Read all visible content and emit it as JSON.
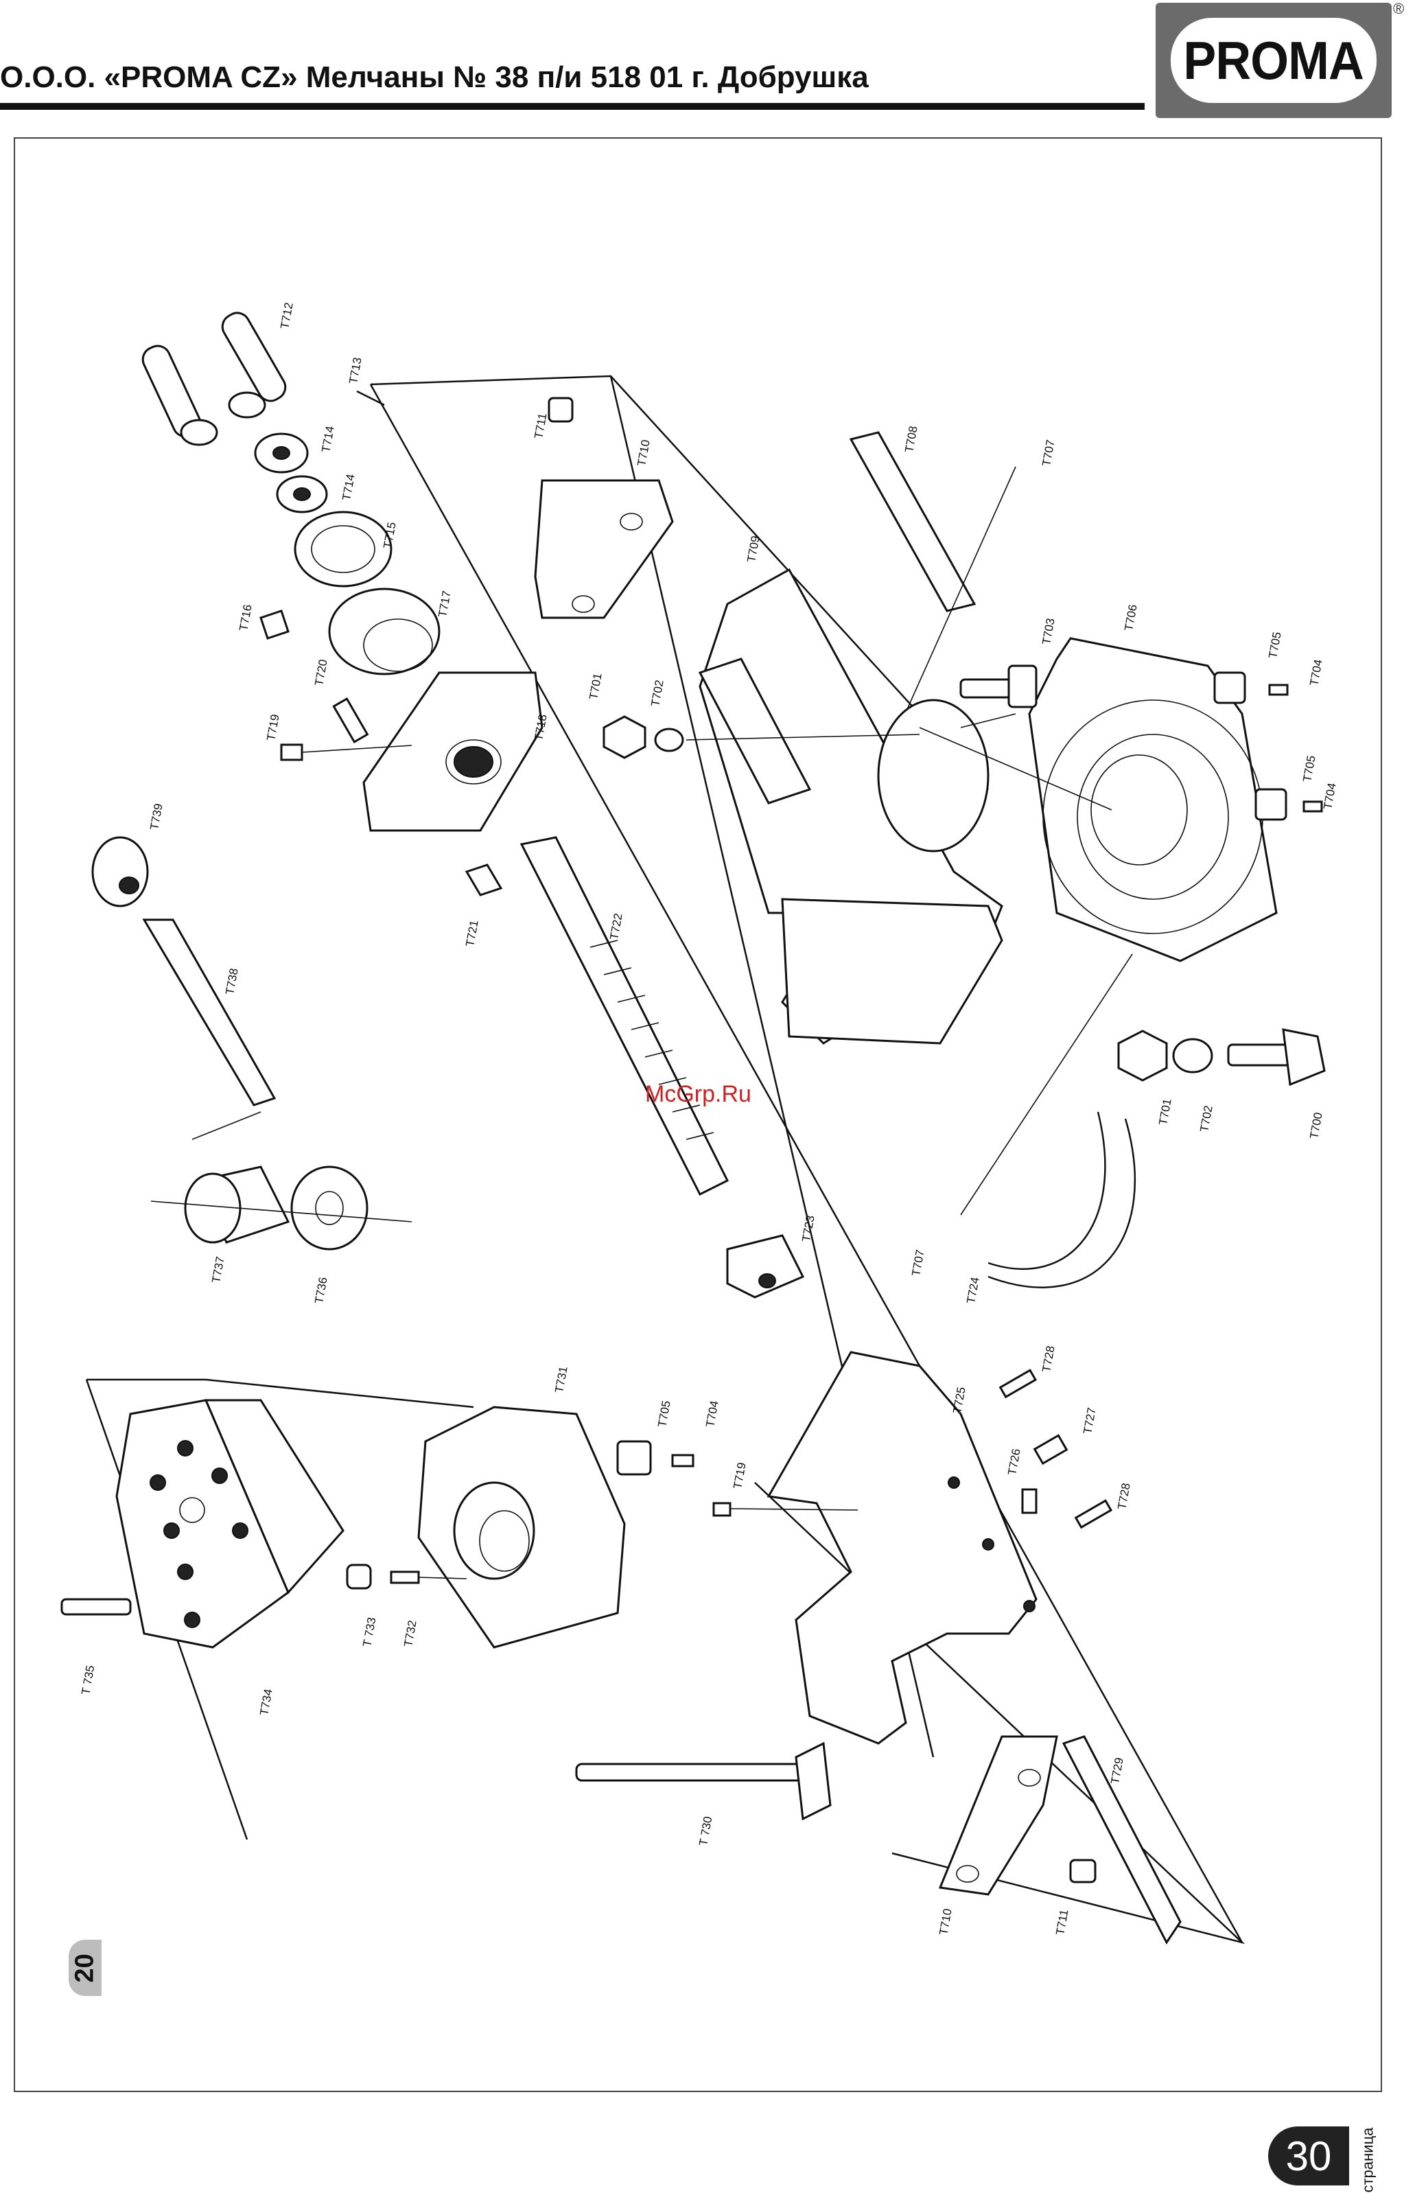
{
  "header": {
    "title": "О.О.О. «PROMA CZ» Мелчаны № 38 п/и 518 01 г. Добрушка",
    "logo_text": "PROMA",
    "registered_mark": "®"
  },
  "side_tab": {
    "label": "20"
  },
  "footer": {
    "page_number": "30",
    "page_label": "страница"
  },
  "watermark": "McGrp.Ru",
  "colors": {
    "logo_frame": "#6b6b6b",
    "badge": "#222222",
    "tab": "#bdbdbd",
    "watermark": "#cc2222"
  },
  "part_labels": {
    "t712": "T712",
    "t713": "T713",
    "t714a": "T714",
    "t714b": "T714",
    "t715": "T715",
    "t716": "T716",
    "t717": "T717",
    "t718": "T718",
    "t719a": "T719",
    "t720": "T720",
    "t711a": "T711",
    "t710a": "T710",
    "t709": "T709",
    "t708": "T708",
    "t707a": "T707",
    "t701a": "T701",
    "t702a": "T702",
    "t703": "T703",
    "t706": "T706",
    "t705a": "T705",
    "t704a": "T704",
    "t705b": "T705",
    "t704b": "T704",
    "t739": "T739",
    "t738": "T738",
    "t721": "T721",
    "t722": "T722",
    "t701b": "T701",
    "t702b": "T702",
    "t700": "T700",
    "t737": "T737",
    "t736": "T736",
    "t723": "T723",
    "t707b": "T707",
    "t724": "T724",
    "t731": "T731",
    "t705c": "T705",
    "t704c": "T704",
    "t728a": "T728",
    "t725": "T725",
    "t726": "T726",
    "t727": "T727",
    "t728b": "T728",
    "t719b": "T719",
    "t735": "T 735",
    "t734": "T734",
    "t733": "T 733",
    "t732": "T732",
    "t729": "T729",
    "t730": "T 730",
    "t710b": "T710",
    "t711b": "T711"
  }
}
